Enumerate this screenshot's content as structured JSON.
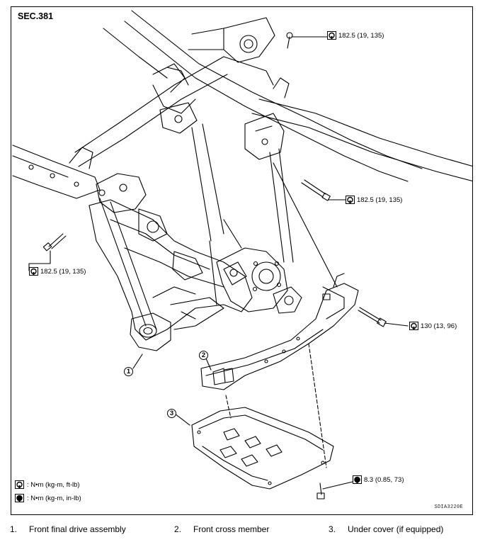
{
  "section_label": "SEC.381",
  "torques": {
    "top_right": "182.5 (19, 135)",
    "mid_right": "182.5 (19, 135)",
    "left": "182.5 (19, 135)",
    "cross_member": "130 (13, 96)",
    "under_cover": "8.3 (0.85, 73)"
  },
  "callouts": {
    "one": "1",
    "two": "2",
    "three": "3"
  },
  "legend": {
    "nm_ft": ": N•m (kg-m, ft-lb)",
    "nm_in": ": N•m (kg-m, in-lb)"
  },
  "figure_code": "SDIA3220E",
  "parts": [
    {
      "number": "1.",
      "label": "Front final drive assembly"
    },
    {
      "number": "2.",
      "label": "Front cross member"
    },
    {
      "number": "3.",
      "label": "Under cover (if equipped)"
    }
  ],
  "colors": {
    "line": "#000000",
    "background": "#ffffff"
  }
}
